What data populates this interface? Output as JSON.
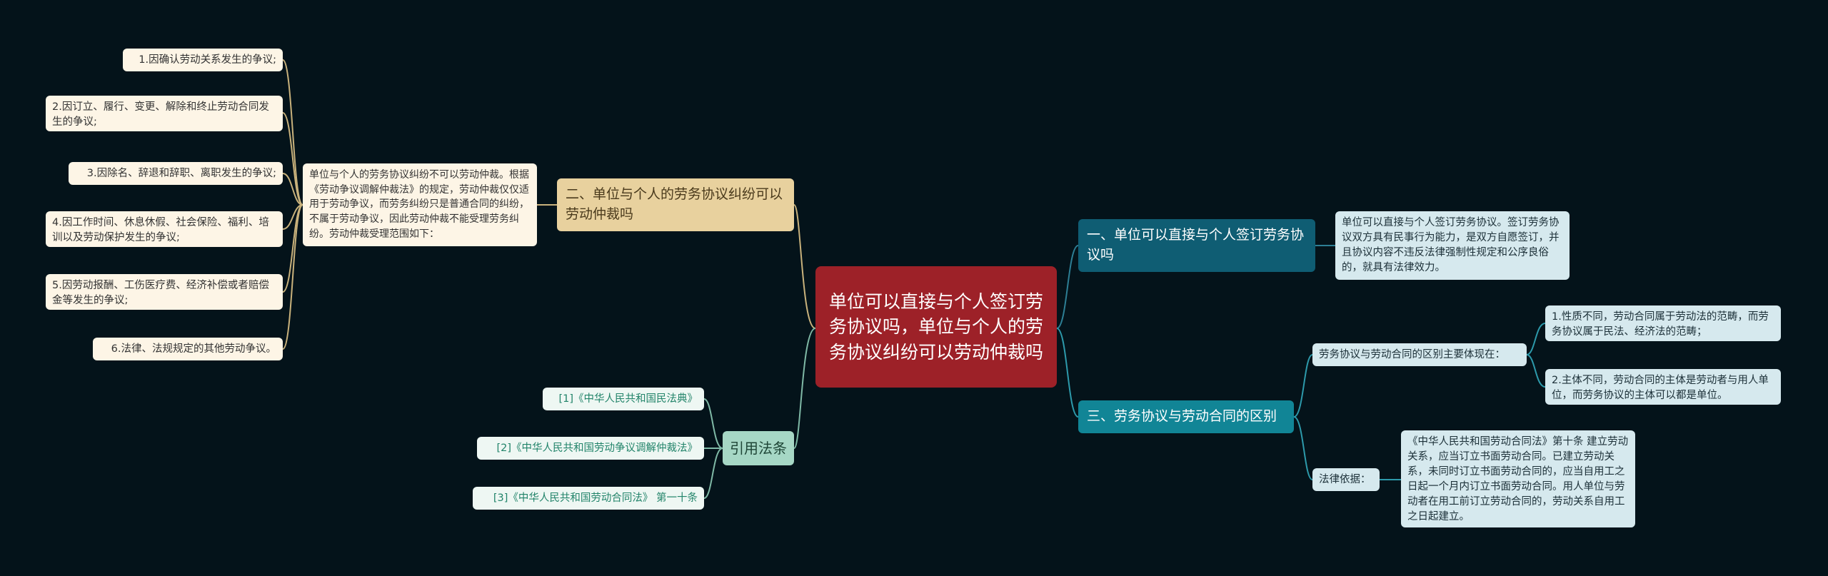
{
  "root": {
    "title": "单位可以直接与个人签订劳务协议吗，单位与个人的劳务协议纠纷可以劳动仲裁吗"
  },
  "branch_left_top": {
    "title": "二、单位与个人的劳务协议纠纷可以劳动仲裁吗",
    "detail": "单位与个人的劳务协议纠纷不可以劳动仲裁。根据《劳动争议调解仲裁法》的规定，劳动仲裁仅仅适用于劳动争议，而劳务纠纷只是普通合同的纠纷，不属于劳动争议，因此劳动仲裁不能受理劳务纠纷。劳动仲裁受理范围如下：",
    "items": [
      "1.因确认劳动关系发生的争议;",
      "2.因订立、履行、变更、解除和终止劳动合同发生的争议;",
      "3.因除名、辞退和辞职、离职发生的争议;",
      "4.因工作时间、休息休假、社会保险、福利、培训以及劳动保护发生的争议;",
      "5.因劳动报酬、工伤医疗费、经济补偿或者赔偿金等发生的争议;",
      "6.法律、法规规定的其他劳动争议。"
    ]
  },
  "branch_left_bottom": {
    "title": "引用法条",
    "items": [
      "[1]《中华人民共和国民法典》",
      "[2]《中华人民共和国劳动争议调解仲裁法》",
      "[3]《中华人民共和国劳动合同法》 第一十条"
    ]
  },
  "branch_right_top": {
    "title": "一、单位可以直接与个人签订劳务协议吗",
    "detail": "单位可以直接与个人签订劳务协议。签订劳务协议双方具有民事行为能力，是双方自愿签订，并且协议内容不违反法律强制性规定和公序良俗的，就具有法律效力。"
  },
  "branch_right_bottom": {
    "title": "三、劳务协议与劳动合同的区别",
    "diff_label": "劳务协议与劳动合同的区别主要体现在：",
    "diff_items": [
      "1.性质不同，劳动合同属于劳动法的范畴，而劳务协议属于民法、经济法的范畴；",
      "2.主体不同，劳动合同的主体是劳动者与用人单位，而劳务协议的主体可以都是单位。"
    ],
    "law_label": "法律依据：",
    "law_text": "《中华人民共和国劳动合同法》第十条 建立劳动关系，应当订立书面劳动合同。已建立劳动关系，未同时订立书面劳动合同的，应当自用工之日起一个月内订立书面劳动合同。用人单位与劳动者在用工前订立劳动合同的，劳动关系自用工之日起建立。"
  }
}
